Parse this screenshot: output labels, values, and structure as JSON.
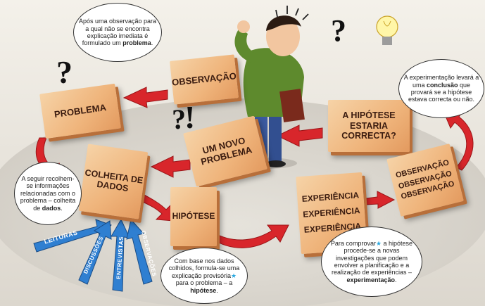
{
  "blocks": {
    "observacao": "OBSERVAÇÃO",
    "problema": "PROBLEMA",
    "um_novo_problema": "UM NOVO PROBLEMA",
    "hipotese_correcta": "A HIPÓTESE ESTARIA CORRECTA?",
    "colheita_de_dados": "COLHEITA DE DADOS",
    "hipotese": "HIPÓTESE",
    "experiencia_1": "EXPERIÊNCIA",
    "experiencia_2": "EXPERIÊNCIA",
    "experiencia_3": "EXPERIÊNCIA",
    "observacao_1": "OBSERVAÇÃO",
    "observacao_2": "OBSERVAÇÃO",
    "observacao_3": "OBSERVAÇÃO"
  },
  "bubbles": {
    "top": {
      "pre": "Após uma observação para a qual não se encontra explicação imediata é formulado um ",
      "bold": "problema",
      "post": "."
    },
    "right": {
      "pre": "A experimentação levará a uma ",
      "bold": "conclusão",
      "post": " que provará se a hipótese estava correcta ou não."
    },
    "left": {
      "pre": "A seguir recolhem-se informações relacionadas com o problema – colheita de ",
      "bold": "dados",
      "post": "."
    },
    "bottom_center": {
      "pre": "Com base nos dados colhidos, formula-se uma explicação provisória",
      "star": "★",
      "mid": " para o problema – a ",
      "bold": "hipótese",
      "post": "."
    },
    "bottom_right": {
      "pre": "Para comprovar",
      "star": "★",
      "mid": " a hipótese procede-se a novas investigações que podem envolver a planificação e a realização de experiências – ",
      "bold": "experimentação",
      "post": "."
    }
  },
  "sources": [
    "LEITURAS",
    "DISCUSSÕES",
    "ENTREVISTAS",
    "OBSERVAÇÕES"
  ],
  "colors": {
    "block": "#efb47b",
    "arrow_red": "#d8262b",
    "arrow_blue": "#2f7fd1",
    "star": "#29a8e0"
  }
}
